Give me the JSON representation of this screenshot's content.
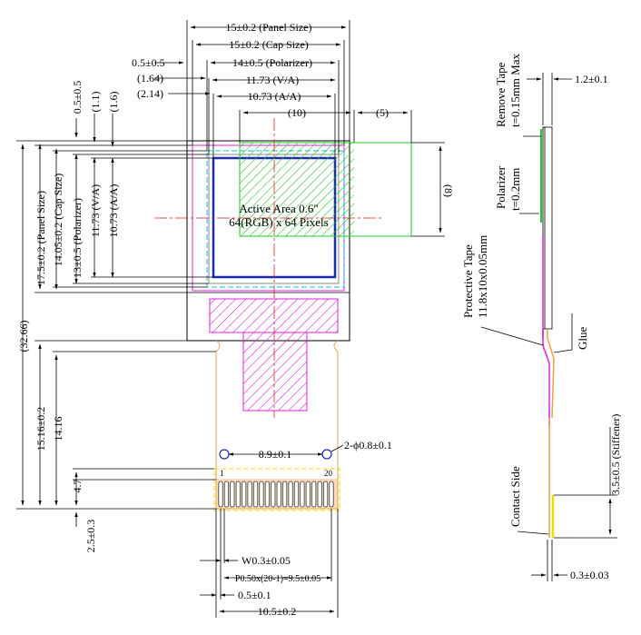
{
  "top_dims": {
    "panel_size": "15±0.2 (Panel Size)",
    "cap_size": "15±0.2 (Cap Size)",
    "polarizer": "14±0.5 (Polarizer)",
    "va": "11.73 (V/A)",
    "aa": "10.73 (A/A)",
    "offset_05": "0.5±0.5",
    "offset_164": "(1.64)",
    "offset_214": "(2.14)",
    "green_10": "(10)",
    "green_5": "(5)"
  },
  "left_dims": {
    "v_05": "0.5±0.5",
    "v_11": "(1.1)",
    "v_16": "(1.6)",
    "total": "(32.66)",
    "panel": "17.5±0.2 (Panel Size)",
    "cap": "14.05±0.2 (Cap Size)",
    "pol": "13±0.5 (Polarizer)",
    "va": "11.73 (V/A)",
    "aa": "10.73 (A/A)",
    "fpc1": "15.16±0.2",
    "fpc2": "14.16",
    "fpc3": "4.7",
    "fpc4": "2.5±0.3"
  },
  "right_dims": {
    "green_8": "(8)"
  },
  "center": {
    "active_area": "Active Area 0.6\"",
    "pixels": "64(RGB) x 64 Pixels"
  },
  "bottom_dims": {
    "holes_pitch": "8.9±0.1",
    "holes": "2-ϕ0.8±0.1",
    "pin1": "1",
    "pin20": "20",
    "width": "W0.3±0.05",
    "pitch": "P0.50x(20-1)=9.5±0.05",
    "edge": "0.5±0.1",
    "total": "10.5±0.2"
  },
  "side_view": {
    "remove_tape_1": "Remove Tape",
    "remove_tape_2": "t=0.15mm Max",
    "thickness": "1.2±0.1",
    "polarizer_1": "Polarizer",
    "polarizer_2": "t=0.2mm",
    "protective_1": "Protective Tape",
    "protective_2": "11.8x10x0.05mm",
    "glue": "Glue",
    "stiffener": "3.5±0.5 (Stiffener)",
    "contact": "Contact Side",
    "fpc_thick": "0.3±0.03"
  },
  "colors": {
    "magenta": "#e020e0",
    "green": "#22cc22",
    "blue": "#1a2ca8",
    "cyan": "#00c8c8",
    "orange": "#f0a040",
    "red": "#e02020",
    "yellow": "#e8e000"
  }
}
